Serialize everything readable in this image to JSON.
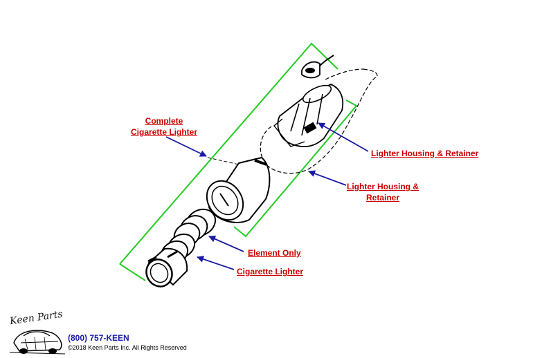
{
  "callouts": {
    "complete_line1": "Complete",
    "complete_line2": "Cigarette Lighter",
    "housing_retainer_top": "Lighter Housing & Retainer",
    "housing_retainer_line1": "Lighter Housing &",
    "housing_retainer_line2": "Retainer",
    "element_only": "Element Only",
    "cigarette_lighter": "Cigarette Lighter"
  },
  "footer": {
    "logo_text": "Keen Parts",
    "phone": "(800) 757-KEEN",
    "copyright": "©2018 Keen Parts Inc. All Rights Reserved"
  },
  "colors": {
    "label_red": "#cc0000",
    "arrow_blue": "#1a1aa6",
    "bracket_green": "#22cc22",
    "line_black": "#000000"
  }
}
